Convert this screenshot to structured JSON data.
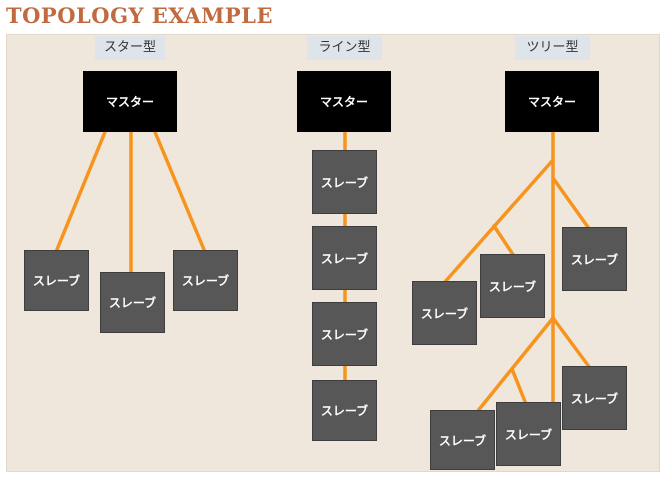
{
  "title": "TOPOLOGY EXAMPLE",
  "labels": {
    "master": "マスター",
    "slave": "スレーブ"
  },
  "topologies": [
    {
      "name": "スター型"
    },
    {
      "name": "ライン型"
    },
    {
      "name": "ツリー型"
    }
  ],
  "colors": {
    "title": "#c26a3f",
    "panel": "#efe7dc",
    "tag_bg": "#dfe3ea",
    "master_bg": "#000000",
    "slave_bg": "#575757",
    "connector": "#f7941d"
  }
}
